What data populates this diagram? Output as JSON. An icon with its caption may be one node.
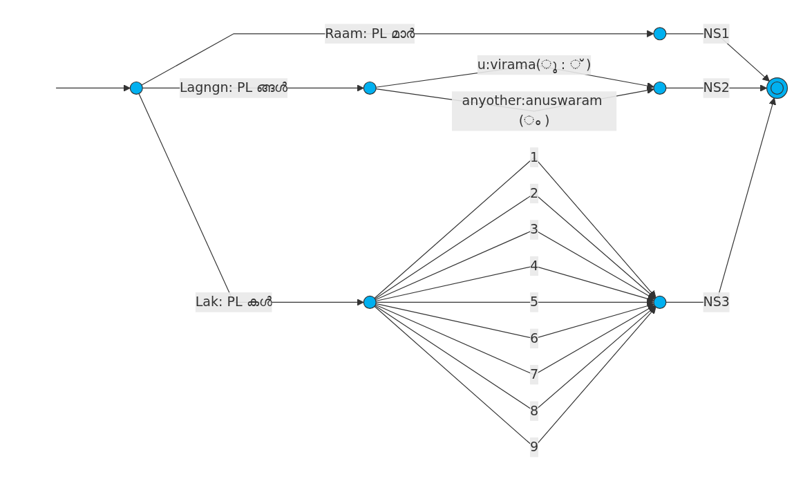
{
  "diagram": {
    "nodes": [
      {
        "text": [],
        "shape": "circle"
      },
      {
        "text": [],
        "shape": "circle"
      },
      {
        "text": [],
        "shape": "circle"
      },
      {
        "text": [],
        "shape": "circle"
      },
      {
        "text": [],
        "shape": "circle"
      },
      {
        "text": [],
        "shape": "circle"
      },
      {
        "text": [],
        "shape": "ring"
      }
    ],
    "edges": [
      {
        "from": null,
        "to": 0,
        "arrow": "to"
      },
      {
        "from": 0,
        "to": 1,
        "arrow": "to",
        "label": "Raam: PL മാർ"
      },
      {
        "from": 0,
        "to": 2,
        "arrow": "to",
        "label": "Lagngn: PL ങ്ങൾ"
      },
      {
        "from": 0,
        "to": 4,
        "arrow": "to",
        "label": "Lak: PL കൾ"
      },
      {
        "from": 1,
        "to": 6,
        "arrow": "to",
        "label": "NS1"
      },
      {
        "from": 2,
        "to": 3,
        "arrow": "to",
        "label": "u:virama(ു : ് )"
      },
      {
        "from": 2,
        "to": 3,
        "arrow": "to",
        "label": "anyother:anuswaram (ം )"
      },
      {
        "from": 3,
        "to": 6,
        "arrow": "to",
        "label": "NS2"
      },
      {
        "from": 4,
        "to": 5,
        "arrow": "to",
        "label": "1"
      },
      {
        "from": 4,
        "to": 5,
        "arrow": "to",
        "label": "2"
      },
      {
        "from": 4,
        "to": 5,
        "arrow": "to",
        "label": "3"
      },
      {
        "from": 4,
        "to": 5,
        "arrow": "to",
        "label": "4"
      },
      {
        "from": 4,
        "to": 5,
        "arrow": "to",
        "label": "5"
      },
      {
        "from": 4,
        "to": 5,
        "arrow": "to",
        "label": "6"
      },
      {
        "from": 4,
        "to": 5,
        "arrow": "to",
        "label": "7"
      },
      {
        "from": 4,
        "to": 5,
        "arrow": "to",
        "label": "8"
      },
      {
        "from": 4,
        "to": 5,
        "arrow": "to",
        "label": "9"
      },
      {
        "from": 5,
        "to": 6,
        "arrow": "to",
        "label": "NS3"
      }
    ]
  }
}
